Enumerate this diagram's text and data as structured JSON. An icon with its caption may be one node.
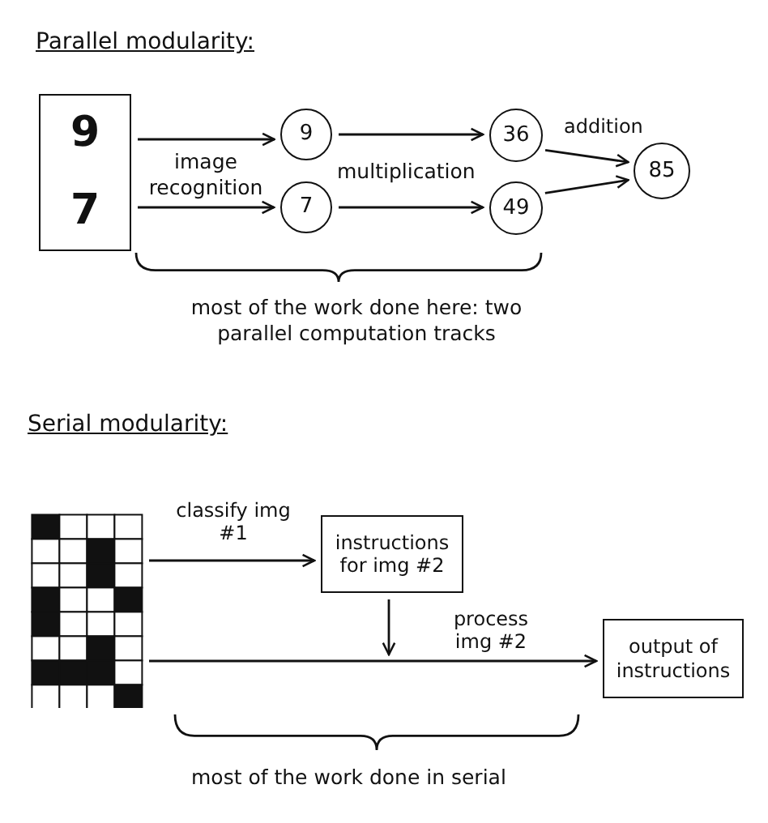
{
  "diagram": {
    "nodes": [
      {
        "text": [
          "9",
          "7"
        ]
      },
      {
        "text": [
          "9"
        ]
      },
      {
        "text": [
          "7"
        ]
      },
      {
        "text": [
          "36"
        ]
      },
      {
        "text": [
          "49"
        ]
      },
      {
        "text": [
          "85"
        ]
      },
      {
        "text": [],
        "shape": "grid"
      },
      {
        "text": [
          "instructions for img #2"
        ]
      },
      {
        "text": [
          "output of instructions"
        ]
      }
    ],
    "edges": [
      {
        "from": 0,
        "to": 1,
        "arrow": "to"
      },
      {
        "from": 0,
        "to": 2,
        "arrow": "to"
      },
      {
        "from": 1,
        "to": 3,
        "arrow": "to"
      },
      {
        "from": 2,
        "to": 4,
        "arrow": "to"
      },
      {
        "from": 3,
        "to": 5,
        "arrow": "to",
        "label": "addition"
      },
      {
        "from": 4,
        "to": 5,
        "arrow": "to"
      },
      {
        "from": 6,
        "to": 7,
        "arrow": "to",
        "label": "classify img #1"
      },
      {
        "from": 7,
        "to": null,
        "arrow": "to"
      },
      {
        "from": 6,
        "to": 8,
        "arrow": "to",
        "label": "process img #2"
      }
    ],
    "labels": [
      "Parallel modularity:",
      "image recognition",
      "multiplication",
      "most of the work done here: two parallel computation tracks",
      "Serial modularity:",
      "most of the work done in serial"
    ]
  }
}
